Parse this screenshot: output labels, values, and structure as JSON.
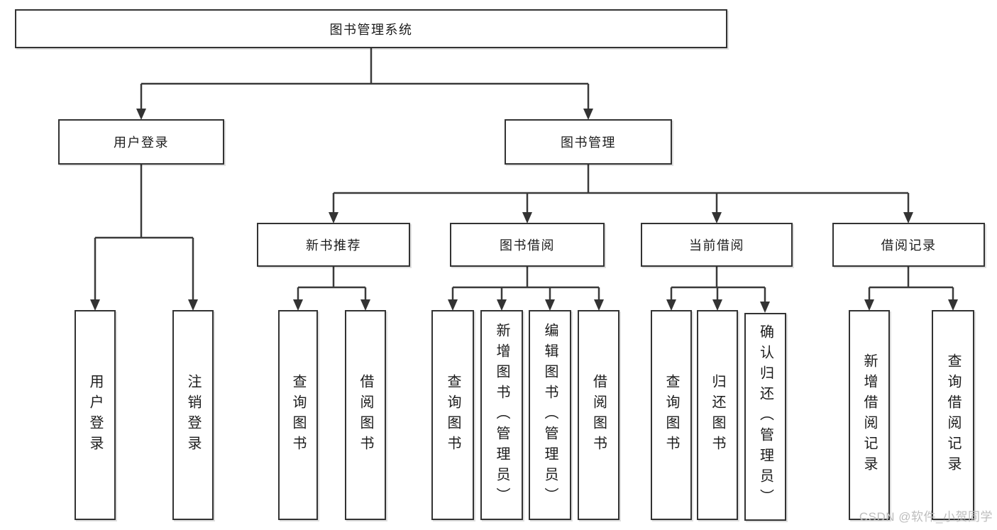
{
  "diagram": {
    "nodes": {
      "root": "图书管理系统",
      "user_login": "用户登录",
      "book_mgmt": "图书管理",
      "new_book_rec": "新书推荐",
      "book_borrowing": "图书借阅",
      "current_borrowing": "当前借阅",
      "borrowing_records": "借阅记录",
      "leaf_user_login": "用户登录",
      "leaf_logout": "注销登录",
      "rec_query_book": "查询图书",
      "rec_borrow_book": "借阅图书",
      "bor_query_book": "查询图书",
      "bor_add_book": "新增图书（管理员）",
      "bor_edit_book": "编辑图书（管理员）",
      "bor_borrow_book": "借阅图书",
      "cur_query_book": "查询图书",
      "cur_return_book": "归还图书",
      "cur_confirm_return": "确认归还（管理员）",
      "log_add_record": "新增借阅记录",
      "log_query_record": "查询借阅记录"
    },
    "hierarchy": {
      "图书管理系统": {
        "用户登录": [
          "用户登录",
          "注销登录"
        ],
        "图书管理": {
          "新书推荐": [
            "查询图书",
            "借阅图书"
          ],
          "图书借阅": [
            "查询图书",
            "新增图书（管理员）",
            "编辑图书（管理员）",
            "借阅图书"
          ],
          "当前借阅": [
            "查询图书",
            "归还图书",
            "确认归还（管理员）"
          ],
          "借阅记录": [
            "新增借阅记录",
            "查询借阅记录"
          ]
        }
      }
    },
    "colors": {
      "line": "#3a3a3a",
      "box_border": "#333333",
      "text": "#1c1c1c",
      "background": "#ffffff"
    }
  },
  "watermark": {
    "text": "CSDN @软件_小贺同学",
    "color": "#bdbdbd"
  }
}
